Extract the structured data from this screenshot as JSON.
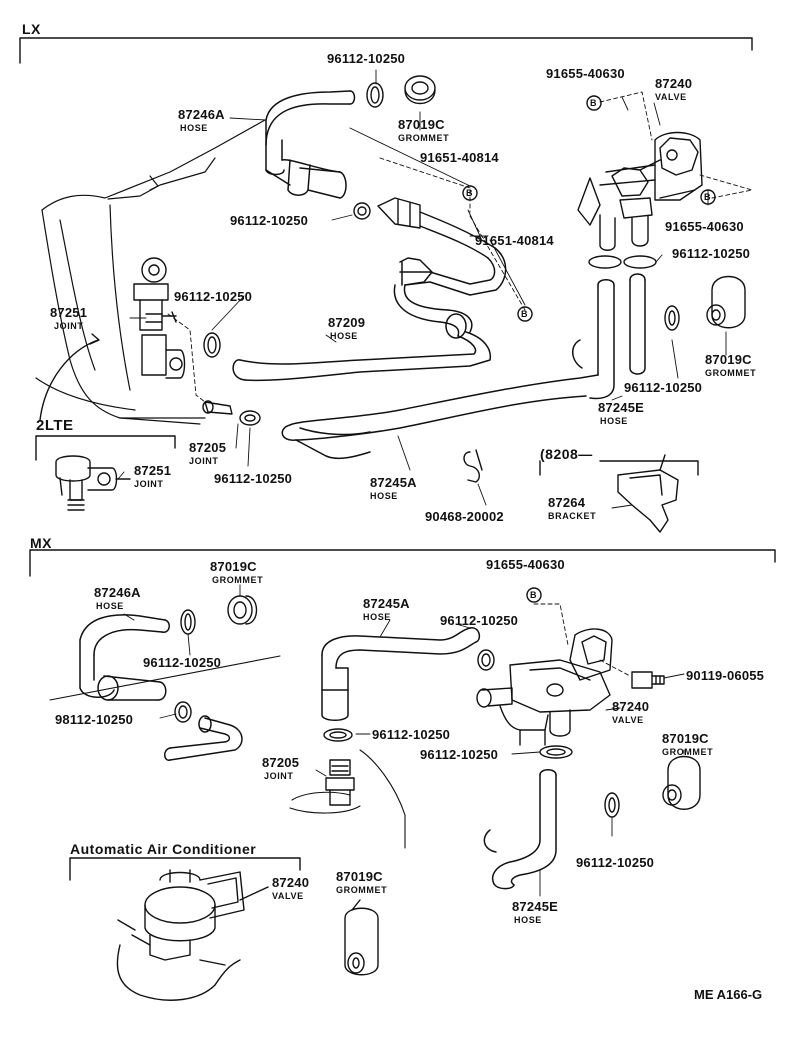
{
  "sections": {
    "lx": "LX",
    "mx": "MX",
    "lte": "2LTE",
    "bracket_group": "(8208—",
    "auto_ac": "Automatic Air Conditioner"
  },
  "labels": {
    "p01": "96112-10250",
    "p02": "87246A",
    "p02d": "HOSE",
    "p03": "87019C",
    "p03d": "GROMMET",
    "p04": "91655-40630",
    "p05": "87240",
    "p05d": "VALVE",
    "p06": "91651-40814",
    "p07": "96112-10250",
    "p08": "91655-40630",
    "p09": "91651-40814",
    "p10": "96112-10250",
    "p11": "87251",
    "p11d": "JOINT",
    "p12": "96112-10250",
    "p13": "87209",
    "p13d": "HOSE",
    "p14": "87019C",
    "p14d": "GROMMET",
    "p15": "96112-10250",
    "p16": "87245E",
    "p16d": "HOSE",
    "p17": "87205",
    "p17d": "JOINT",
    "p18": "96112-10250",
    "p19": "87251",
    "p19d": "JOINT",
    "p20": "87245A",
    "p20d": "HOSE",
    "p21": "90468-20002",
    "p22": "87264",
    "p22d": "BRACKET",
    "m01": "87019C",
    "m01d": "GROMMET",
    "m02": "91655-40630",
    "m03": "87246A",
    "m03d": "HOSE",
    "m04": "87245A",
    "m04d": "HOSE",
    "m05": "96112-10250",
    "m06": "96112-10250",
    "m07": "90119-06055",
    "m08": "98112-10250",
    "m09": "96112-10250",
    "m10": "87240",
    "m10d": "VALVE",
    "m11": "87205",
    "m11d": "JOINT",
    "m12": "96112-10250",
    "m13": "87019C",
    "m13d": "GROMMET",
    "m14": "96112-10250",
    "m15": "87245E",
    "m15d": "HOSE",
    "a01": "87240",
    "a01d": "VALVE",
    "a02": "87019C",
    "a02d": "GROMMET"
  },
  "bolt_mark": "B",
  "code": "ME A166-G"
}
